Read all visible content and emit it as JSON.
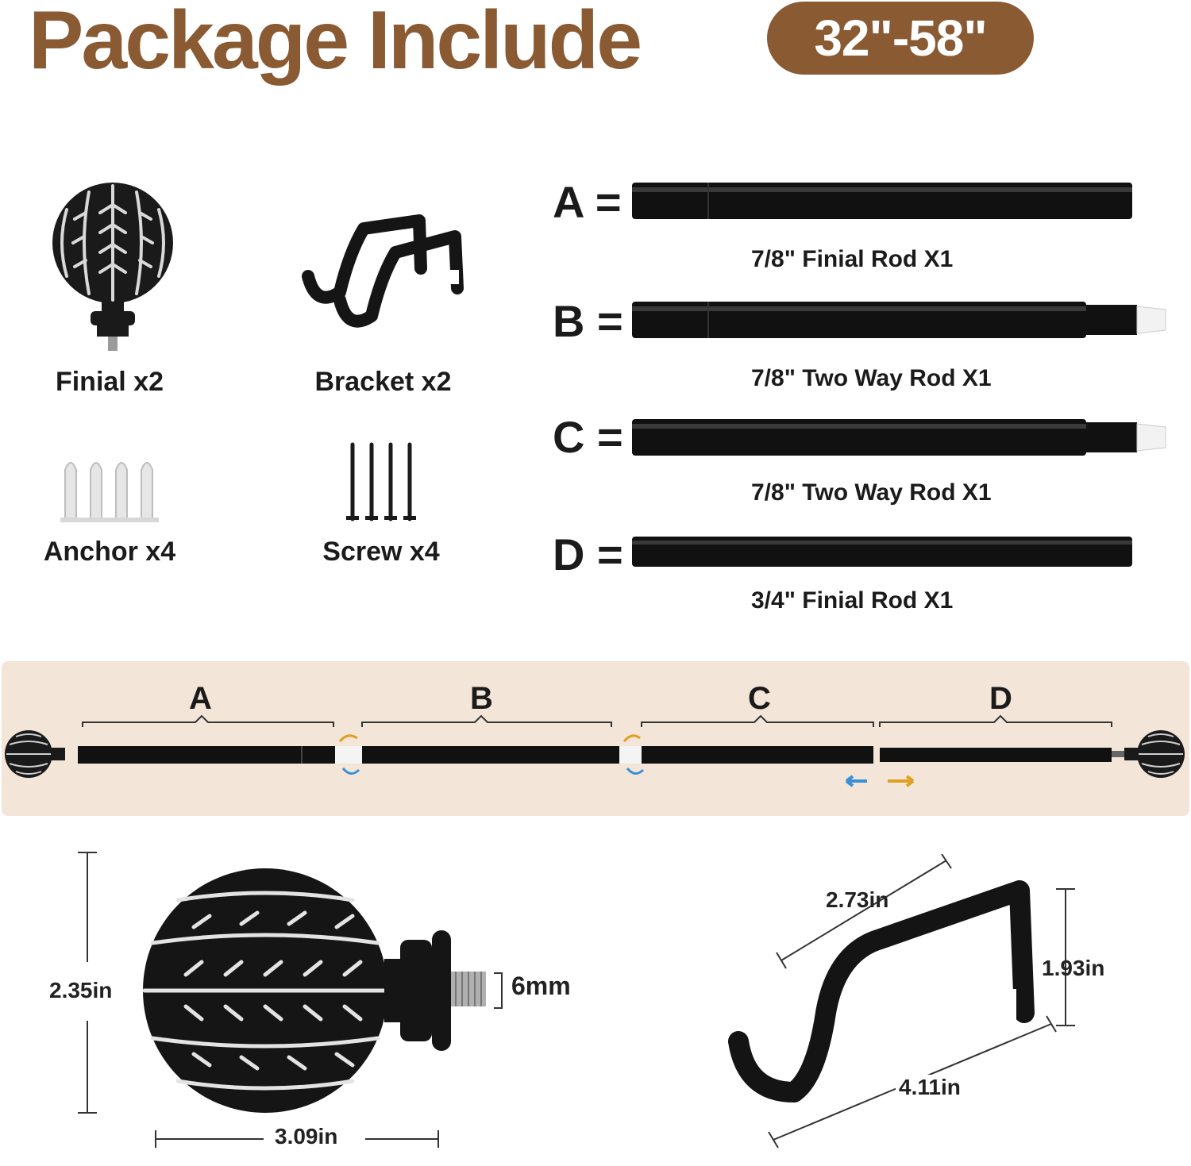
{
  "header": {
    "title": "Package Include",
    "size_badge": "32\"-58\""
  },
  "parts": [
    {
      "label": "Finial x2",
      "icon": "finial-icon"
    },
    {
      "label": "Bracket x2",
      "icon": "bracket-icon"
    },
    {
      "label": "Anchor x4",
      "icon": "anchor-icon"
    },
    {
      "label": "Screw x4",
      "icon": "screw-icon"
    }
  ],
  "rods": [
    {
      "letter": "A =",
      "caption": "7/8\" Finial Rod X1"
    },
    {
      "letter": "B =",
      "caption": "7/8\" Two Way Rod X1"
    },
    {
      "letter": "C =",
      "caption": "7/8\" Two Way Rod X1"
    },
    {
      "letter": "D =",
      "caption": "3/4\" Finial Rod X1"
    }
  ],
  "assembly": {
    "segments": [
      "A",
      "B",
      "C",
      "D"
    ]
  },
  "finial_dims": {
    "height": "2.35in",
    "width": "3.09in",
    "thread": "6mm"
  },
  "bracket_dims": {
    "depth": "2.73in",
    "height": "1.93in",
    "length": "4.11in"
  },
  "colors": {
    "brand": "#8a5a33",
    "band": "#f3e5d8",
    "rod": "#111111"
  }
}
